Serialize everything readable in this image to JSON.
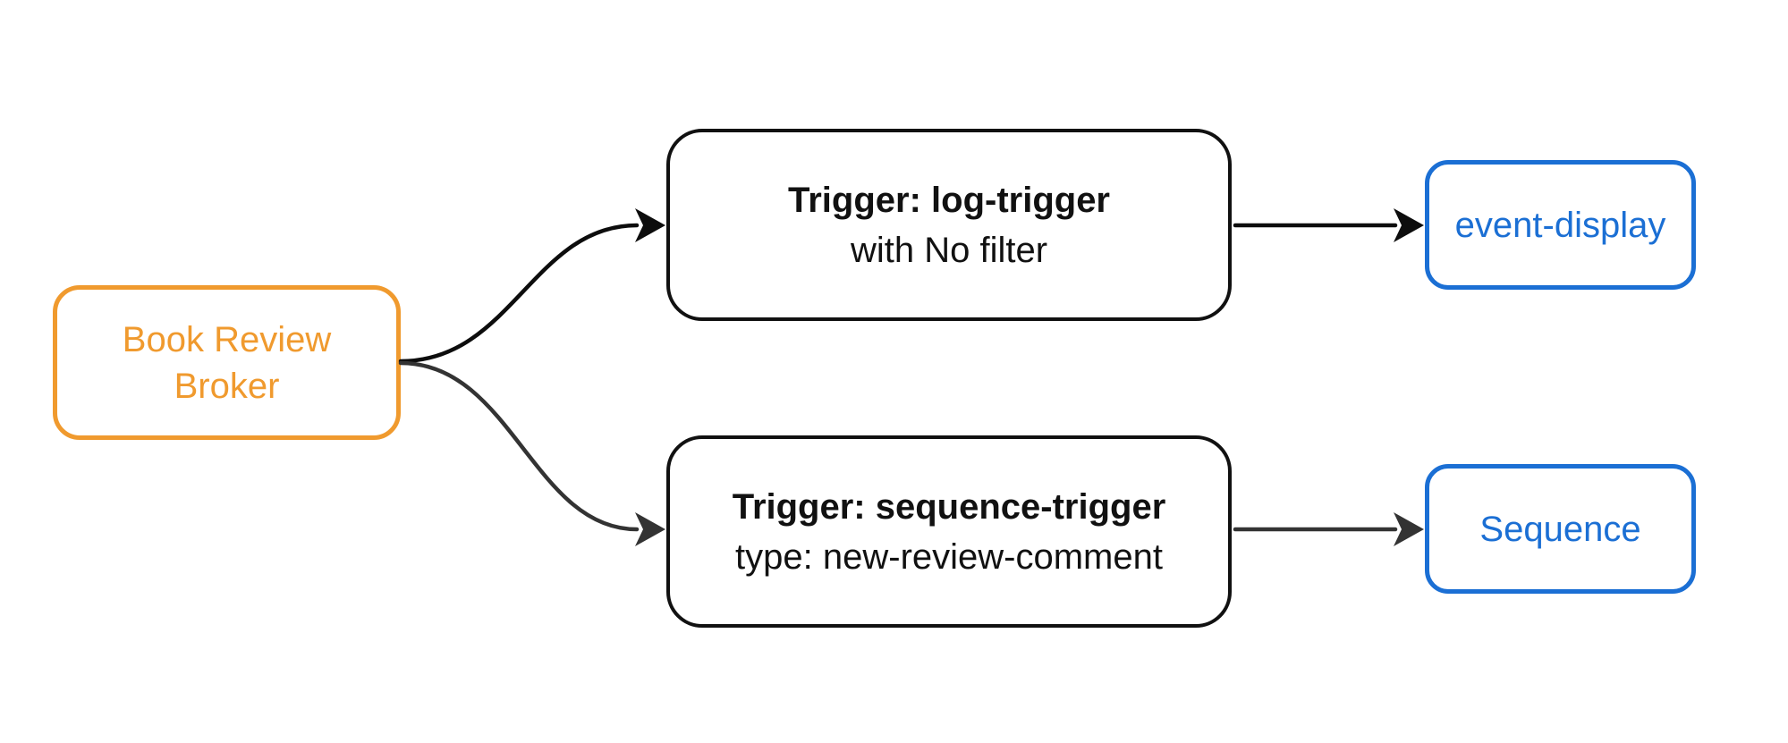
{
  "diagram": {
    "background": "#ffffff",
    "nodes": {
      "broker": {
        "label": "Book Review Broker",
        "color": "#F09A2E"
      },
      "log_trigger": {
        "title": "Trigger: log-trigger",
        "subtitle": "with No filter",
        "color": "#111111"
      },
      "sequence_trigger": {
        "title": "Trigger: sequence-trigger",
        "subtitle": "type: new-review-comment",
        "color": "#111111"
      },
      "event_display": {
        "label": "event-display",
        "color": "#1B6FD4"
      },
      "sequence": {
        "label": "Sequence",
        "color": "#1B6FD4"
      }
    },
    "edges": [
      {
        "from": "Book Review Broker",
        "to": "Trigger: log-trigger",
        "color": "#0d0d0d"
      },
      {
        "from": "Book Review Broker",
        "to": "Trigger: sequence-trigger",
        "color": "#333333"
      },
      {
        "from": "Trigger: log-trigger",
        "to": "event-display",
        "color": "#0d0d0d"
      },
      {
        "from": "Trigger: sequence-trigger",
        "to": "Sequence",
        "color": "#333333"
      }
    ]
  }
}
